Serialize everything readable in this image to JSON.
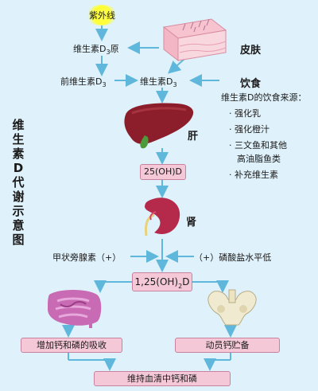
{
  "uv_label": "紫外线",
  "pro_d3": {
    "main": "维生素D",
    "sub": "3",
    "suffix": "原"
  },
  "pre_d3": {
    "main": "前维生素D",
    "sub": "3"
  },
  "vit_d3": {
    "main": "维生素D",
    "sub": "3"
  },
  "skin_label": "皮肤",
  "diet_label": "饮食",
  "diet_sources": {
    "title": "维生素D的饮食来源：",
    "items": [
      "· 强化乳",
      "· 强化橙汁",
      "· 三文鱼和其他",
      "高油脂鱼类",
      "· 补充维生素"
    ]
  },
  "vertical_title": "维生素D代谢示意图",
  "liver_label": "肝",
  "hydroxy_box": "25(OH)D",
  "kidney_label": "肾",
  "pth_label": "甲状旁腺素（+）",
  "phosphate_label": "（+）磷酸盐水平低",
  "active_box": {
    "pre": "1,25(OH)",
    "sub": "2",
    "post": "D"
  },
  "intestine_box": "增加钙和磷的吸收",
  "bone_box": "动员钙贮备",
  "final_box": "维持血清中钙和磷",
  "colors": {
    "background": "#dff1fa",
    "arrow": "#5fb8dc",
    "box_fill": "#f5c8d8",
    "liver": "#8b1e2a",
    "kidney": "#b52a4a",
    "intestine": "#c86ab4",
    "bone": "#f0ead0",
    "uv_sun": "#ffff33"
  }
}
